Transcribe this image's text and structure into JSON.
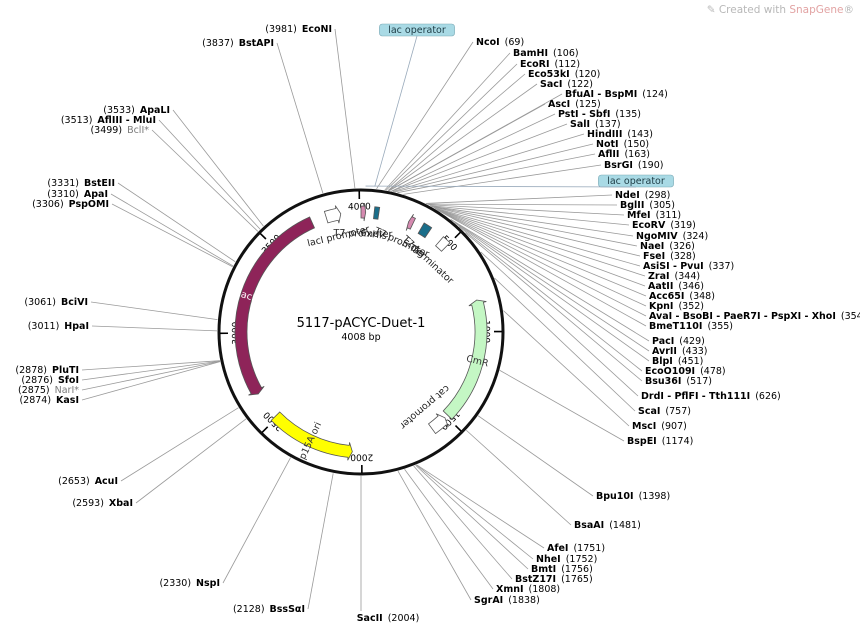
{
  "map": {
    "name": "5117-pACYC-Duet-1",
    "size_label": "4008 bp",
    "total_bp": 4008,
    "backbone_color": "#111111"
  },
  "watermark": {
    "prefix": "Created with ",
    "brand": "SnapGene",
    "suffix": "®",
    "icon": "snapgene-pen-icon"
  },
  "ticks": [
    {
      "bp": 500,
      "label": "500"
    },
    {
      "bp": 1000,
      "label": "1000"
    },
    {
      "bp": 1500,
      "label": "1500"
    },
    {
      "bp": 2000,
      "label": "2000"
    },
    {
      "bp": 2500,
      "label": "2500"
    },
    {
      "bp": 3000,
      "label": "3000"
    },
    {
      "bp": 3500,
      "label": "3500"
    },
    {
      "bp": 4000,
      "label": "4000"
    }
  ],
  "features": [
    {
      "name": "lacI",
      "start": 2660,
      "end": 3740,
      "direction": "reverse",
      "color": "#8e2459",
      "label_inside": true,
      "text_color": "#ffffff"
    },
    {
      "name": "lacI promoter",
      "start": 3820,
      "end": 3900,
      "direction": "forward",
      "color": "#ffffff",
      "label_inside": false
    },
    {
      "name": "6xHis",
      "start": 70,
      "end": 95,
      "direction": "none",
      "color": "#1a6e8a",
      "label_inside": false
    },
    {
      "name": "T7 promoter",
      "start": 0,
      "end": 25,
      "direction": "forward",
      "color": "#d58ab0",
      "label_inside": false
    },
    {
      "name": "S-Tag",
      "start": 335,
      "end": 380,
      "direction": "none",
      "color": "#1a6e8a",
      "label_inside": false
    },
    {
      "name": "T7 promoter",
      "start": 260,
      "end": 285,
      "direction": "reverse",
      "color": "#d58ab0",
      "label_inside": false
    },
    {
      "name": "T7 terminator",
      "start": 455,
      "end": 500,
      "direction": "none",
      "color": "#ffffff",
      "label_inside": false
    },
    {
      "name": "CmR",
      "start": 830,
      "end": 1490,
      "direction": "reverse",
      "color": "#c4f7c4",
      "label_inside": true,
      "text_color": "#333333"
    },
    {
      "name": "cat promoter",
      "start": 1510,
      "end": 1600,
      "direction": "reverse",
      "color": "#ffffff",
      "label_inside": false
    },
    {
      "name": "p15A ori",
      "start": 2050,
      "end": 2510,
      "direction": "reverse",
      "color": "#ffff00",
      "label_inside": true,
      "text_color": "#333333"
    }
  ],
  "operators": [
    {
      "label": "lac operator",
      "bp": 60,
      "color": "#a9dae5"
    },
    {
      "label": "lac operator",
      "bp": 20,
      "color": "#a9dae5"
    }
  ],
  "sites": [
    {
      "pos": "(3981)",
      "name": "EcoNI",
      "bp": 3981,
      "side": "L",
      "methyl": false
    },
    {
      "pos": "(3837)",
      "name": "BstAPI",
      "bp": 3837,
      "side": "L",
      "methyl": false
    },
    {
      "pos": "(3533)",
      "name": "ApaLI",
      "bp": 3533,
      "side": "L",
      "methyl": false
    },
    {
      "pos": "(3513)",
      "name": "AflIII - MluI",
      "bp": 3513,
      "side": "L",
      "methyl": false
    },
    {
      "pos": "(3499)",
      "name": "BclI*",
      "bp": 3499,
      "side": "L",
      "methyl": true
    },
    {
      "pos": "(3331)",
      "name": "BstEII",
      "bp": 3331,
      "side": "L",
      "methyl": false
    },
    {
      "pos": "(3310)",
      "name": "ApaI",
      "bp": 3310,
      "side": "L",
      "methyl": false
    },
    {
      "pos": "(3306)",
      "name": "PspOMI",
      "bp": 3306,
      "side": "L",
      "methyl": false
    },
    {
      "pos": "(3061)",
      "name": "BciVI",
      "bp": 3061,
      "side": "L",
      "methyl": false
    },
    {
      "pos": "(3011)",
      "name": "HpaI",
      "bp": 3011,
      "side": "L",
      "methyl": false
    },
    {
      "pos": "(2878)",
      "name": "PluTI",
      "bp": 2878,
      "side": "L",
      "methyl": false
    },
    {
      "pos": "(2876)",
      "name": "SfoI",
      "bp": 2876,
      "side": "L",
      "methyl": false
    },
    {
      "pos": "(2875)",
      "name": "NarI*",
      "bp": 2875,
      "side": "L",
      "methyl": true
    },
    {
      "pos": "(2874)",
      "name": "KasI",
      "bp": 2874,
      "side": "L",
      "methyl": false
    },
    {
      "pos": "(2653)",
      "name": "AcuI",
      "bp": 2653,
      "side": "L",
      "methyl": false
    },
    {
      "pos": "(2593)",
      "name": "XbaI",
      "bp": 2593,
      "side": "L",
      "methyl": false
    },
    {
      "pos": "(2330)",
      "name": "NspI",
      "bp": 2330,
      "side": "L",
      "methyl": false
    },
    {
      "pos": "(2128)",
      "name": "BssSαI",
      "bp": 2128,
      "side": "L",
      "methyl": false
    },
    {
      "pos": "(2004)",
      "name": "SacII",
      "bp": 2004,
      "side": "B",
      "methyl": false
    },
    {
      "pos": "(69)",
      "name": "NcoI",
      "bp": 69,
      "side": "R",
      "methyl": false
    },
    {
      "pos": "(106)",
      "name": "BamHI",
      "bp": 106,
      "side": "R",
      "methyl": false
    },
    {
      "pos": "(112)",
      "name": "EcoRI",
      "bp": 112,
      "side": "R",
      "methyl": false
    },
    {
      "pos": "(120)",
      "name": "Eco53kI",
      "bp": 120,
      "side": "R",
      "methyl": false
    },
    {
      "pos": "(122)",
      "name": "SacI",
      "bp": 122,
      "side": "R",
      "methyl": false
    },
    {
      "pos": "(124)",
      "name": "BfuAI - BspMI",
      "bp": 124,
      "side": "R",
      "methyl": false
    },
    {
      "pos": "(125)",
      "name": "AscI",
      "bp": 125,
      "side": "R",
      "methyl": false
    },
    {
      "pos": "(135)",
      "name": "PstI - SbfI",
      "bp": 135,
      "side": "R",
      "methyl": false
    },
    {
      "pos": "(137)",
      "name": "SalI",
      "bp": 137,
      "side": "R",
      "methyl": false
    },
    {
      "pos": "(143)",
      "name": "HindIII",
      "bp": 143,
      "side": "R",
      "methyl": false
    },
    {
      "pos": "(150)",
      "name": "NotI",
      "bp": 150,
      "side": "R",
      "methyl": false
    },
    {
      "pos": "(163)",
      "name": "AflII",
      "bp": 163,
      "side": "R",
      "methyl": false
    },
    {
      "pos": "(190)",
      "name": "BsrGI",
      "bp": 190,
      "side": "R",
      "methyl": false
    },
    {
      "pos": "(298)",
      "name": "NdeI",
      "bp": 298,
      "side": "R",
      "methyl": false
    },
    {
      "pos": "(305)",
      "name": "BglII",
      "bp": 305,
      "side": "R",
      "methyl": false
    },
    {
      "pos": "(311)",
      "name": "MfeI",
      "bp": 311,
      "side": "R",
      "methyl": false
    },
    {
      "pos": "(319)",
      "name": "EcoRV",
      "bp": 319,
      "side": "R",
      "methyl": false
    },
    {
      "pos": "(324)",
      "name": "NgoMIV",
      "bp": 324,
      "side": "R",
      "methyl": false
    },
    {
      "pos": "(326)",
      "name": "NaeI",
      "bp": 326,
      "side": "R",
      "methyl": false
    },
    {
      "pos": "(328)",
      "name": "FseI",
      "bp": 328,
      "side": "R",
      "methyl": false
    },
    {
      "pos": "(337)",
      "name": "AsiSI - PvuI",
      "bp": 337,
      "side": "R",
      "methyl": false
    },
    {
      "pos": "(344)",
      "name": "ZraI",
      "bp": 344,
      "side": "R",
      "methyl": false
    },
    {
      "pos": "(346)",
      "name": "AatII",
      "bp": 346,
      "side": "R",
      "methyl": false
    },
    {
      "pos": "(348)",
      "name": "Acc65I",
      "bp": 348,
      "side": "R",
      "methyl": false
    },
    {
      "pos": "(352)",
      "name": "KpnI",
      "bp": 352,
      "side": "R",
      "methyl": false
    },
    {
      "pos": "(354)",
      "name": "AvaI - BsoBI - PaeR7I - PspXI - XhoI",
      "bp": 354,
      "side": "R",
      "methyl": false
    },
    {
      "pos": "(355)",
      "name": "BmeT110I",
      "bp": 355,
      "side": "R",
      "methyl": false
    },
    {
      "pos": "(429)",
      "name": "PacI",
      "bp": 429,
      "side": "R",
      "methyl": false
    },
    {
      "pos": "(433)",
      "name": "AvrII",
      "bp": 433,
      "side": "R",
      "methyl": false
    },
    {
      "pos": "(451)",
      "name": "BlpI",
      "bp": 451,
      "side": "R",
      "methyl": false
    },
    {
      "pos": "(478)",
      "name": "EcoO109I",
      "bp": 478,
      "side": "R",
      "methyl": false
    },
    {
      "pos": "(517)",
      "name": "Bsu36I",
      "bp": 517,
      "side": "R",
      "methyl": false
    },
    {
      "pos": "(626)",
      "name": "DrdI - PflFI - Tth111I",
      "bp": 626,
      "side": "R",
      "methyl": false
    },
    {
      "pos": "(757)",
      "name": "ScaI",
      "bp": 757,
      "side": "R",
      "methyl": false
    },
    {
      "pos": "(907)",
      "name": "MscI",
      "bp": 907,
      "side": "R",
      "methyl": false
    },
    {
      "pos": "(1174)",
      "name": "BspEI",
      "bp": 1174,
      "side": "R",
      "methyl": false
    },
    {
      "pos": "(1398)",
      "name": "Bpu10I",
      "bp": 1398,
      "side": "R",
      "methyl": false
    },
    {
      "pos": "(1481)",
      "name": "BsaAI",
      "bp": 1481,
      "side": "R",
      "methyl": false
    },
    {
      "pos": "(1751)",
      "name": "AfeI",
      "bp": 1751,
      "side": "R",
      "methyl": false
    },
    {
      "pos": "(1752)",
      "name": "NheI",
      "bp": 1752,
      "side": "R",
      "methyl": false
    },
    {
      "pos": "(1756)",
      "name": "BmtI",
      "bp": 1756,
      "side": "R",
      "methyl": false
    },
    {
      "pos": "(1765)",
      "name": "BstZ17I",
      "bp": 1765,
      "side": "R",
      "methyl": false
    },
    {
      "pos": "(1808)",
      "name": "XmnI",
      "bp": 1808,
      "side": "R",
      "methyl": false
    },
    {
      "pos": "(1838)",
      "name": "SgrAI",
      "bp": 1838,
      "side": "R",
      "methyl": false
    }
  ]
}
